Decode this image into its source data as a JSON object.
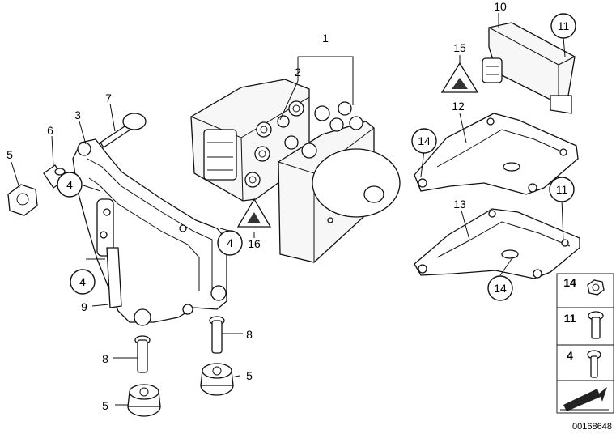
{
  "callouts": {
    "c1": "1",
    "c2": "2",
    "c3": "3",
    "c4a": "4",
    "c4b": "4",
    "c4c": "4",
    "c5a": "5",
    "c5b": "5",
    "c5c": "5",
    "c6": "6",
    "c7": "7",
    "c8a": "8",
    "c8b": "8",
    "c9": "9",
    "c10": "10",
    "c11a": "11",
    "c11b": "11",
    "c12": "12",
    "c13": "13",
    "c14a": "14",
    "c14b": "14",
    "c15": "15",
    "c16": "16"
  },
  "legend": {
    "items": [
      {
        "number": "14",
        "icon": "nut-icon"
      },
      {
        "number": "11",
        "icon": "bolt-icon"
      },
      {
        "number": "4",
        "icon": "bolt-icon"
      }
    ]
  },
  "document_id": "00168648"
}
